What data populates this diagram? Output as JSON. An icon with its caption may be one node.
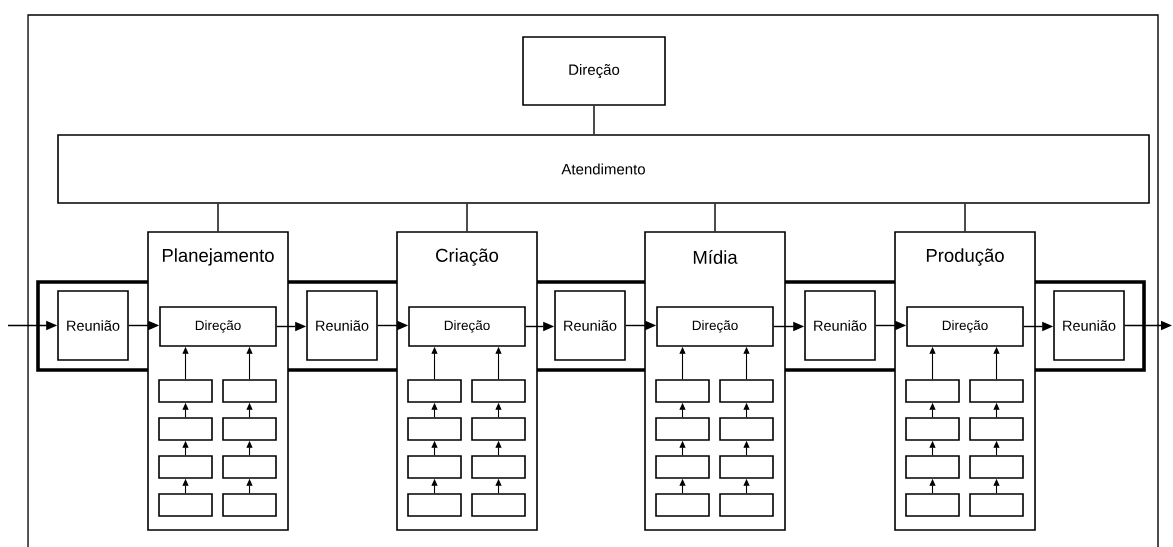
{
  "diagram": {
    "nodes": [
      {
        "text": [
          "Direção"
        ]
      },
      {
        "text": [
          "Atendimento"
        ]
      },
      {
        "text": [
          "Reunião"
        ]
      },
      {
        "text": [
          "Planejamento"
        ]
      },
      {
        "text": [
          "Direção"
        ],
        "in": 3
      },
      {
        "text": [],
        "shape": "box",
        "in": 3
      },
      {
        "text": [],
        "shape": "box",
        "in": 3
      },
      {
        "text": [],
        "shape": "box",
        "in": 3
      },
      {
        "text": [],
        "shape": "box",
        "in": 3
      },
      {
        "text": [],
        "shape": "box",
        "in": 3
      },
      {
        "text": [],
        "shape": "box",
        "in": 3
      },
      {
        "text": [],
        "shape": "box",
        "in": 3
      },
      {
        "text": [],
        "shape": "box",
        "in": 3
      },
      {
        "text": [
          "Reunião"
        ]
      },
      {
        "text": [
          "Criação"
        ]
      },
      {
        "text": [
          "Direção"
        ],
        "in": 14
      },
      {
        "text": [],
        "shape": "box",
        "in": 14
      },
      {
        "text": [],
        "shape": "box",
        "in": 14
      },
      {
        "text": [],
        "shape": "box",
        "in": 14
      },
      {
        "text": [],
        "shape": "box",
        "in": 14
      },
      {
        "text": [],
        "shape": "box",
        "in": 14
      },
      {
        "text": [],
        "shape": "box",
        "in": 14
      },
      {
        "text": [],
        "shape": "box",
        "in": 14
      },
      {
        "text": [],
        "shape": "box",
        "in": 14
      },
      {
        "text": [
          "Reunião"
        ]
      },
      {
        "text": [
          "Mídia"
        ]
      },
      {
        "text": [
          "Direção"
        ],
        "in": 25
      },
      {
        "text": [],
        "shape": "box",
        "in": 25
      },
      {
        "text": [],
        "shape": "box",
        "in": 25
      },
      {
        "text": [],
        "shape": "box",
        "in": 25
      },
      {
        "text": [],
        "shape": "box",
        "in": 25
      },
      {
        "text": [],
        "shape": "box",
        "in": 25
      },
      {
        "text": [],
        "shape": "box",
        "in": 25
      },
      {
        "text": [],
        "shape": "box",
        "in": 25
      },
      {
        "text": [],
        "shape": "box",
        "in": 25
      },
      {
        "text": [
          "Reunião"
        ]
      },
      {
        "text": [
          "Produção"
        ]
      },
      {
        "text": [
          "Direção"
        ],
        "in": 36
      },
      {
        "text": [],
        "shape": "box",
        "in": 36
      },
      {
        "text": [],
        "shape": "box",
        "in": 36
      },
      {
        "text": [],
        "shape": "box",
        "in": 36
      },
      {
        "text": [],
        "shape": "box",
        "in": 36
      },
      {
        "text": [],
        "shape": "box",
        "in": 36
      },
      {
        "text": [],
        "shape": "box",
        "in": 36
      },
      {
        "text": [],
        "shape": "box",
        "in": 36
      },
      {
        "text": [],
        "shape": "box",
        "in": 36
      },
      {
        "text": [
          "Reunião"
        ]
      }
    ],
    "edges": [
      {
        "from": 0,
        "to": 1,
        "arrow": "none"
      },
      {
        "from": 1,
        "to": 3,
        "arrow": "none"
      },
      {
        "from": 1,
        "to": 14,
        "arrow": "none"
      },
      {
        "from": 1,
        "to": 25,
        "arrow": "none"
      },
      {
        "from": 1,
        "to": 36,
        "arrow": "none"
      },
      {
        "from": null,
        "to": 2,
        "arrow": "to"
      },
      {
        "from": 2,
        "to": 4,
        "arrow": "to"
      },
      {
        "from": 4,
        "to": 13,
        "arrow": "to"
      },
      {
        "from": 13,
        "to": 15,
        "arrow": "to"
      },
      {
        "from": 15,
        "to": 24,
        "arrow": "to"
      },
      {
        "from": 24,
        "to": 26,
        "arrow": "to"
      },
      {
        "from": 26,
        "to": 35,
        "arrow": "to"
      },
      {
        "from": 35,
        "to": 37,
        "arrow": "to"
      },
      {
        "from": 37,
        "to": 46,
        "arrow": "to"
      },
      {
        "from": 46,
        "to": null,
        "arrow": "to"
      },
      {
        "from": 11,
        "to": 9,
        "arrow": "to"
      },
      {
        "from": 9,
        "to": 7,
        "arrow": "to"
      },
      {
        "from": 7,
        "to": 5,
        "arrow": "to"
      },
      {
        "from": 5,
        "to": 4,
        "arrow": "to"
      },
      {
        "from": 12,
        "to": 10,
        "arrow": "to"
      },
      {
        "from": 10,
        "to": 8,
        "arrow": "to"
      },
      {
        "from": 8,
        "to": 6,
        "arrow": "to"
      },
      {
        "from": 6,
        "to": 4,
        "arrow": "to"
      },
      {
        "from": 22,
        "to": 20,
        "arrow": "to"
      },
      {
        "from": 20,
        "to": 18,
        "arrow": "to"
      },
      {
        "from": 18,
        "to": 16,
        "arrow": "to"
      },
      {
        "from": 16,
        "to": 15,
        "arrow": "to"
      },
      {
        "from": 23,
        "to": 21,
        "arrow": "to"
      },
      {
        "from": 21,
        "to": 19,
        "arrow": "to"
      },
      {
        "from": 19,
        "to": 17,
        "arrow": "to"
      },
      {
        "from": 17,
        "to": 15,
        "arrow": "to"
      },
      {
        "from": 33,
        "to": 31,
        "arrow": "to"
      },
      {
        "from": 31,
        "to": 29,
        "arrow": "to"
      },
      {
        "from": 29,
        "to": 27,
        "arrow": "to"
      },
      {
        "from": 27,
        "to": 26,
        "arrow": "to"
      },
      {
        "from": 34,
        "to": 32,
        "arrow": "to"
      },
      {
        "from": 32,
        "to": 30,
        "arrow": "to"
      },
      {
        "from": 30,
        "to": 28,
        "arrow": "to"
      },
      {
        "from": 28,
        "to": 26,
        "arrow": "to"
      },
      {
        "from": 44,
        "to": 42,
        "arrow": "to"
      },
      {
        "from": 42,
        "to": 40,
        "arrow": "to"
      },
      {
        "from": 40,
        "to": 38,
        "arrow": "to"
      },
      {
        "from": 38,
        "to": 37,
        "arrow": "to"
      },
      {
        "from": 45,
        "to": 43,
        "arrow": "to"
      },
      {
        "from": 43,
        "to": 41,
        "arrow": "to"
      },
      {
        "from": 41,
        "to": 39,
        "arrow": "to"
      },
      {
        "from": 39,
        "to": 37,
        "arrow": "to"
      }
    ]
  }
}
